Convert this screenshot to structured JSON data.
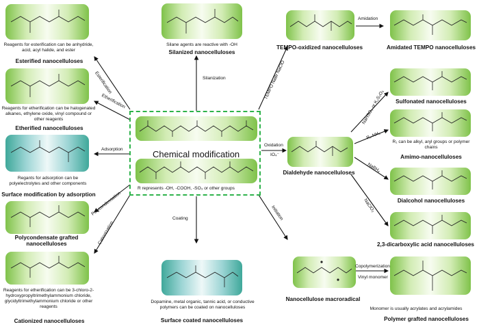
{
  "center": {
    "title": "Chemical modification",
    "note": "R represents -OH, -COOH, -SO₃ or other groups",
    "colors": {
      "border": "#2db24a",
      "card": "#7fc24a",
      "card_blue": "#3fa89a"
    }
  },
  "left": {
    "esterified": {
      "note": "Reagents for esterification can be anhydride, acid, acyl halide, and ester",
      "title": "Esterified nanocelluloses",
      "arrow": "Esterification"
    },
    "etherified": {
      "note": "Reagents for etherification can be halogenated alkanes, ethylene oxide, vinyl compound or other reagents",
      "title": "Etherified nanocelluloses",
      "arrow": "Etherification"
    },
    "adsorption": {
      "note": "Regants for adsorption can be polyelectrolytes and other components",
      "title": "Surface modification by adsorption",
      "arrow": "Adsorption"
    },
    "polycondensate": {
      "title": "Polycondensate grafted nanocelluloses",
      "arrow": "Polycondensation"
    },
    "cationized": {
      "note": "Reagents for etherification can be 3-chloro-2-hydroxypropyltrimethylammonium chloride, glycidyltrimethylammonium chloride  or other reagents",
      "title": "Cationized nanocelluloses",
      "arrow": "Cationization"
    }
  },
  "top": {
    "silanized": {
      "note": "Silane agents are reactive with -OH",
      "title": "Silanized nanocelluloses",
      "arrow": "Silanization"
    }
  },
  "bottom": {
    "coated": {
      "note": "Dopamine, metal organic, tannic acid, or conductive polymers can be coated on nanocelluloses",
      "title": "Surface coated nanocelluloses",
      "arrow": "Coating"
    }
  },
  "right": {
    "tempo": {
      "title": "TEMPO-oxidized nanocelluloses",
      "arrow": "TEMPO NaBr NaClO"
    },
    "amidated": {
      "title": "Amidated TEMPO nanocelluloses",
      "arrow": "Amidation"
    },
    "dialdehyde": {
      "title": "Dialdehyde nanocelluloses",
      "arrow_top": "Oxidation",
      "arrow_bottom": "IO₄⁻"
    },
    "sulfonated": {
      "title": "Sulfonated nanocelluloses",
      "arrow": "NaHSO₃ or K₂S₂O₅"
    },
    "amino": {
      "note": "R₁ can be alkyl, aryl groups or polymer chains",
      "title": "Amimo-nanocelluloses",
      "arrow": "R₁-NH₂"
    },
    "dialcohol": {
      "title": "Dialcohol nanocelluloses",
      "arrow": "NaBH₄"
    },
    "dicarboxylic": {
      "title": "2,3-dicarboxylic acid nanocelluloses",
      "arrow": "NaClO₂"
    },
    "macroradical": {
      "title": "Nanocellulose macroradical",
      "arrow": "Initiation"
    },
    "grafted": {
      "note": "Monomer is usually acrylates and acrylamides",
      "title": "Polymer grafted nanocelluloses",
      "arrow_top": "Copolymerization",
      "arrow_bottom": "Vinyl monomer"
    }
  }
}
